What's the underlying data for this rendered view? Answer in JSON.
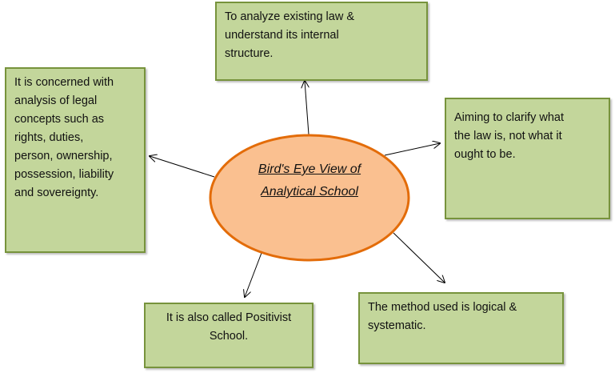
{
  "center": {
    "lines": [
      "Bird's Eye View of",
      "Analytical School"
    ]
  },
  "boxes": {
    "top": {
      "lines": [
        "To analyze existing law &",
        "understand its internal",
        "structure."
      ]
    },
    "left": {
      "lines": [
        "It is concerned with",
        "analysis of legal",
        "concepts such as",
        "rights, duties,",
        "person, ownership,",
        "possession, liability",
        "and sovereignty."
      ]
    },
    "right": {
      "lines": [
        "Aiming to clarify what",
        "the law is, not what it",
        "ought to be."
      ]
    },
    "bottom_left": {
      "lines": [
        "It is also called Positivist",
        "School."
      ]
    },
    "bottom_right": {
      "lines": [
        "The method used is logical &",
        "systematic."
      ]
    }
  },
  "colors": {
    "box_fill": "#c3d69b",
    "box_border": "#77933c",
    "ellipse_fill": "#fac090",
    "ellipse_border": "#e36c09"
  }
}
